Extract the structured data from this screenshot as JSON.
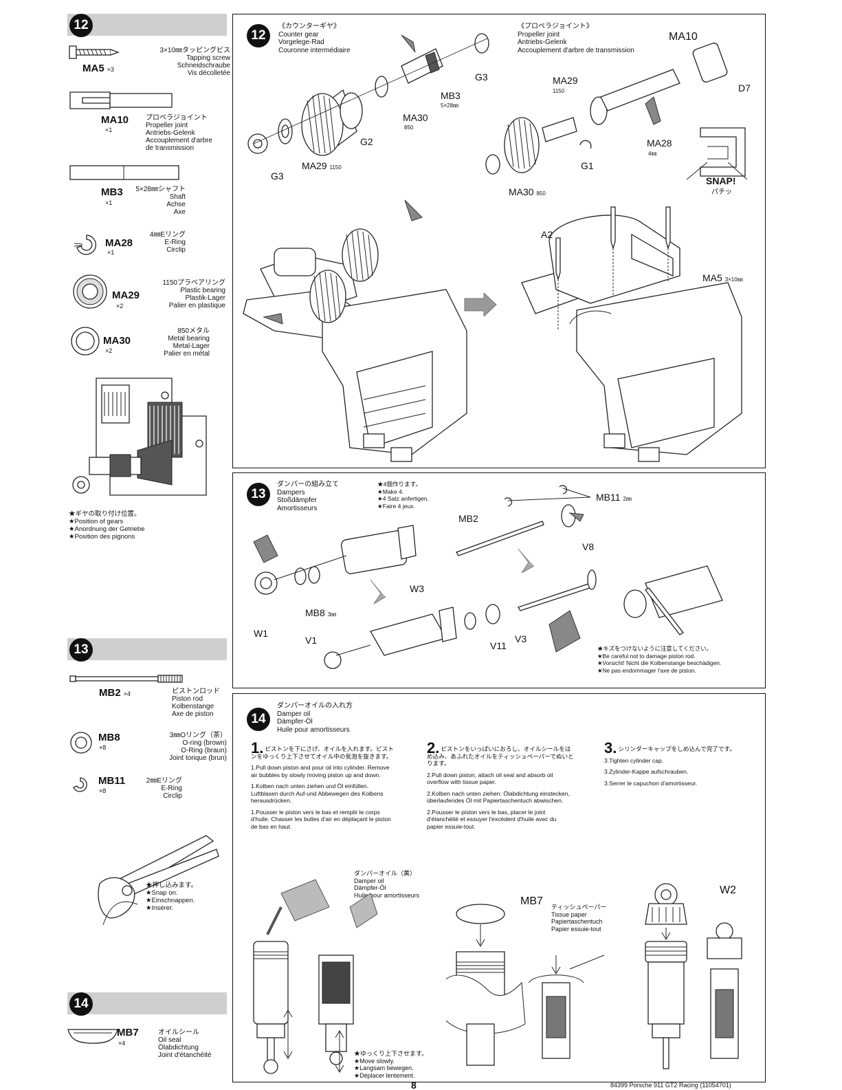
{
  "left": {
    "step12_number": "12",
    "step13_number": "13",
    "step14_number": "14",
    "parts": {
      "ma5": {
        "code": "MA5",
        "qty": "×3",
        "desc": "3×10㎜タッピングビス\nTapping screw\nSchneidschraube\nVis décolletée"
      },
      "ma10": {
        "code": "MA10",
        "qty": "×1",
        "desc": "プロペラジョイント\nPropeller joint\nAntriebs-Gelenk\nAccouplement d'arbre\nde transmission"
      },
      "mb3": {
        "code": "MB3",
        "qty": "×1",
        "desc": "5×28㎜シャフト\nShaft\nAchse\nAxe"
      },
      "ma28": {
        "code": "MA28",
        "qty": "×1",
        "desc": "4㎜Eリング\nE-Ring\nCirclip"
      },
      "ma29": {
        "code": "MA29",
        "qty": "×2",
        "desc": "1150プラベアリング\nPlastic bearing\nPlastik-Lager\nPalier en plastique"
      },
      "ma30": {
        "code": "MA30",
        "qty": "×2",
        "desc": "850メタル\nMetal bearing\nMetal-Lager\nPalier en métal"
      },
      "mb2": {
        "code": "MB2",
        "qty": "×4",
        "desc": "ピストンロッド\nPiston rod\nKolbenstange\nAxe de piston"
      },
      "mb8": {
        "code": "MB8",
        "qty": "×8",
        "desc": "3㎜Oリング（茶）\nO-ring (brown)\nO-Ring (braun)\nJoint torique (brun)"
      },
      "mb11": {
        "code": "MB11",
        "qty": "×8",
        "desc": "2㎜Eリング\nE-Ring\nCirclip"
      },
      "mb7": {
        "code": "MB7",
        "qty": "×4",
        "desc": "オイルシール\nOil seal\nÖlabdichtung\nJoint d'étanchéité"
      }
    },
    "gear_note": "★ギヤの取り付け位置。\n★Position of gears\n★Anordnung der Getriebe\n★Position des pignons",
    "snap_note": "★押し込みます。\n★Snap on.\n★Einschnappen.\n★Insérer."
  },
  "step12": {
    "number": "12",
    "counter_gear": "《カウンターギヤ》\nCounter gear\nVorgelege-Rad\nCouronne intermédiaire",
    "propeller_joint": "《プロペラジョイント》\nPropeller joint\nAntriebs-Gelenk\nAccouplement d'arbre de transmission",
    "labels": {
      "g3_top": "G3",
      "mb3": "MB3",
      "mb3_size": "5×28㎜",
      "ma30": "MA30",
      "ma30_size": "850",
      "g2": "G2",
      "ma29": "MA29",
      "ma29_size": "1150",
      "g3_bottom": "G3",
      "ma10": "MA10",
      "d7": "D7",
      "ma29_r": "MA29",
      "ma29_r_size": "1150",
      "ma28": "MA28",
      "ma28_size": "4㎜",
      "g1": "G1",
      "ma30_r": "MA30",
      "ma30_r_size": "850",
      "snap": "SNAP!",
      "snap_jp": "パチッ",
      "a2": "A2",
      "ma5": "MA5",
      "ma5_size": "3×10㎜"
    }
  },
  "step13": {
    "number": "13",
    "title": "ダンパーの組み立て\nDampers\nStoßdämpfer\nAmortisseurs",
    "make": "★4個作ります。\n★Make 4.\n★4 Satz anfertigen.\n★Faire 4 jeux.",
    "labels": {
      "mb11": "MB11",
      "mb11_size": "2㎜",
      "mb2": "MB2",
      "v8": "V8",
      "w3": "W3",
      "mb8": "MB8",
      "mb8_size": "3㎜",
      "w1": "W1",
      "v1": "V1",
      "v11": "V11",
      "v3": "V3"
    },
    "caution": "★キズをつけないように注意してください。\n★Be careful not to damage piston rod.\n★Vorsicht! Nicht die Kolbenstange beschädigen.\n★Ne pas endommager l'axe de piston."
  },
  "step14": {
    "number": "14",
    "title": "ダンパーオイルの入れ方\nDamper oil\nDämpfer-Öl\nHuile pour amortisseurs",
    "s1_num": "1.",
    "s1_jp": "ピストンを下にさげ、オイルを入れます。ピストンをゆっくり上下させてオイル中の気泡を抜きます。",
    "s1_en": "1.Pull down piston and pour oil into cylinder. Remove air bubbles by slowly moving piston up and down.",
    "s1_de": "1.Kolben nach unten ziehen und Öl einfüllen. Luftblasen durch Auf-und Abbewegen des Kolbens herausdrücken.",
    "s1_fr": "1.Pousser le piston vers le bas et remplir le corps d'huile. Chasser les bulles d'air en déplaçant le piston de bas en haut.",
    "s2_num": "2.",
    "s2_jp": "ピストンをいっぱいにおろし、オイルシールをはめ込み、あふれたオイルをティッシュペーパーでぬいとります。",
    "s2_en": "2.Pull down piston, attach oil seal and absorb oil overflow with tissue paper.",
    "s2_de": "2.Kolben nach unten ziehen. Ölabdichtung einstecken, überlaufendes Öl mit Papiertaschentuch abwischen.",
    "s2_fr": "2.Pousser le piston vers le bas, placer le joint d'étanchéité et essuyer l'excédent d'huile avec du papier essuie-tout.",
    "s3_num": "3.",
    "s3_jp": "シリンダーキャップをしめ込んで完了です。",
    "s3_en": "3.Tighten cylinder cap.",
    "s3_de": "3.Zylinder-Kappe aufschrauben.",
    "s3_fr": "3.Serrer le capuchon d'amortisseur.",
    "oil_label": "ダンパーオイル（黄）\nDamper oil\nDämpfer-Öl\nHuile pour amortisseurs",
    "mb7": "MB7",
    "tissue": "ティッシュペーパー\nTissue paper\nPapiertaschentuch\nPapier essuie-tout",
    "w2": "W2",
    "move": "★ゆっくり上下させます。\n★Move slowly.\n★Langsam bewegen.\n★Déplacer lentement."
  },
  "footer": {
    "page": "8",
    "ref": "84399  Porsche 911 GT2 Racing (11054701)"
  }
}
